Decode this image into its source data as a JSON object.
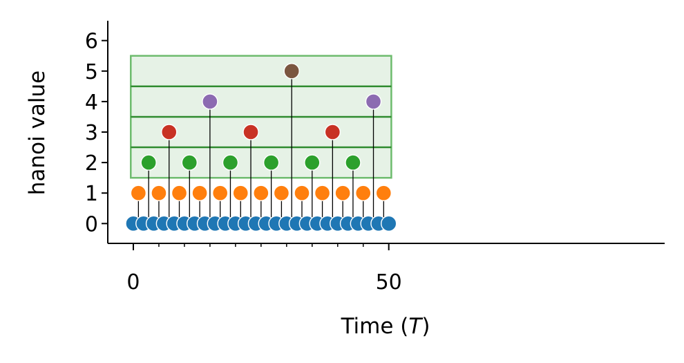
{
  "chart_data": {
    "type": "scatter",
    "title": "",
    "xlabel": "Time (T)",
    "xlabel_parts": {
      "prefix": "Time (",
      "italic": "T",
      "suffix": ")"
    },
    "ylabel": "hanoi value",
    "xlim": [
      -5,
      104
    ],
    "ylim": [
      -0.65,
      6.65
    ],
    "x_ticks": [
      0,
      50
    ],
    "x_minor_ticks": [
      5,
      10,
      15,
      20,
      25,
      30,
      35,
      40,
      45
    ],
    "y_ticks": [
      0,
      1,
      2,
      3,
      4,
      5,
      6
    ],
    "grid": false,
    "spines": [
      "left",
      "bottom"
    ],
    "highlight_box": {
      "x_range": [
        -0.5,
        50.5
      ],
      "y_range": [
        1.5,
        5.5
      ],
      "lines_at_y": [
        2.5,
        3.5,
        4.5
      ],
      "fill_color": "#e6f2e6",
      "edge_color": "#6dbb6d",
      "line_color": "#2e8b2e"
    },
    "level_colors": {
      "0": "#1f77b4",
      "1": "#ff7f0e",
      "2": "#2ca02c",
      "3": "#c83224",
      "4": "#8c6bb1",
      "5": "#7b5640"
    },
    "x": [
      0,
      1,
      2,
      3,
      4,
      5,
      6,
      7,
      8,
      9,
      10,
      11,
      12,
      13,
      14,
      15,
      16,
      17,
      18,
      19,
      20,
      21,
      22,
      23,
      24,
      25,
      26,
      27,
      28,
      29,
      30,
      31,
      32,
      33,
      34,
      35,
      36,
      37,
      38,
      39,
      40,
      41,
      42,
      43,
      44,
      45,
      46,
      47,
      48,
      49,
      50
    ],
    "y": [
      0,
      1,
      0,
      2,
      0,
      1,
      0,
      3,
      0,
      1,
      0,
      2,
      0,
      1,
      0,
      4,
      0,
      1,
      0,
      2,
      0,
      1,
      0,
      3,
      0,
      1,
      0,
      2,
      0,
      1,
      0,
      5,
      0,
      1,
      0,
      2,
      0,
      1,
      0,
      3,
      0,
      1,
      0,
      2,
      0,
      1,
      0,
      4,
      0,
      1,
      0
    ]
  }
}
